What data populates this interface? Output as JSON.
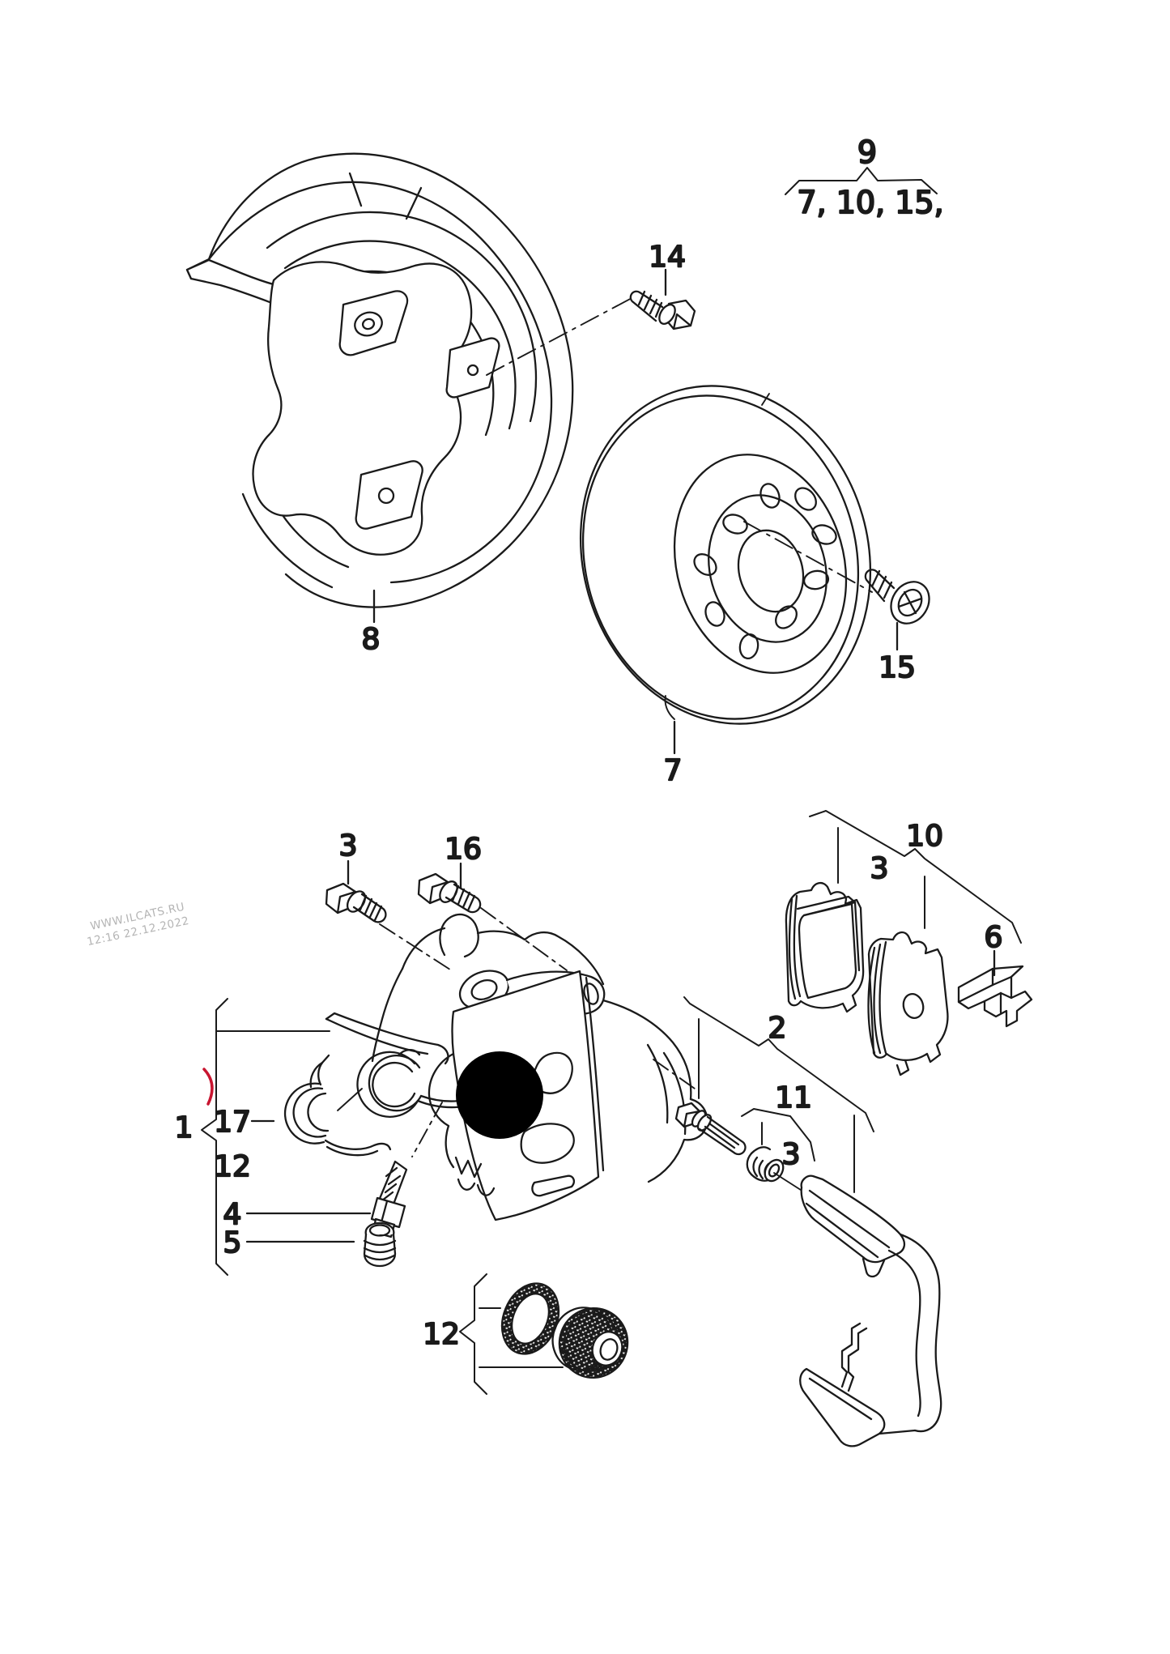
{
  "figure": {
    "type": "parts-diagram",
    "subject": "rear disc brake exploded view",
    "background": "#ffffff",
    "line_color": "#1a1a1a",
    "highlight_red": "#c81530",
    "redaction_color": "#000000",
    "watermark_color": "#b4b4b4"
  },
  "watermark": {
    "line1": "WWW.ILCATS.RU",
    "line2": "12:16 22.12.2022"
  },
  "group_brace": {
    "label": "9",
    "items": "7, 10, 15,"
  },
  "callouts": {
    "c9": "9",
    "refs": "7, 10, 15,",
    "c14": "14",
    "c8": "8",
    "c7": "7",
    "c15": "15",
    "c3a": "3",
    "c16": "16",
    "c10": "10",
    "c3b": "3",
    "c6": "6",
    "c2": "2",
    "c11": "11",
    "c3c": "3",
    "c1": "1",
    "c17": "17",
    "c12a": "12",
    "c4": "4",
    "c5": "5",
    "c12b": "12"
  }
}
